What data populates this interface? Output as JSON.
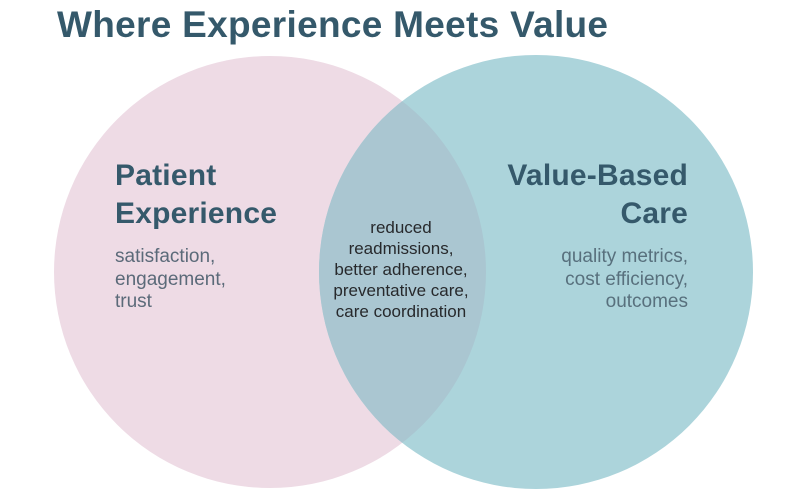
{
  "title": "Where Experience Meets Value",
  "colors": {
    "title_text": "#35596b",
    "heading_text": "#35596b",
    "left_circle": "#eedbe5",
    "right_circle": "#acd4db",
    "overlap": "#aac6d1",
    "left_subtext": "#5b6a79",
    "right_subtext": "#58707d",
    "overlap_text": "#27292c"
  },
  "left": {
    "heading_lines": [
      "Patient",
      "Experience"
    ],
    "sub_lines": [
      "satisfaction,",
      "engagement,",
      "trust"
    ]
  },
  "overlap": {
    "lines": [
      "reduced",
      "readmissions,",
      "better adherence,",
      "preventative care,",
      "care coordination"
    ]
  },
  "right": {
    "heading_lines": [
      "Value-Based",
      "Care"
    ],
    "sub_lines": [
      "quality metrics,",
      "cost efficiency,",
      "outcomes"
    ]
  }
}
